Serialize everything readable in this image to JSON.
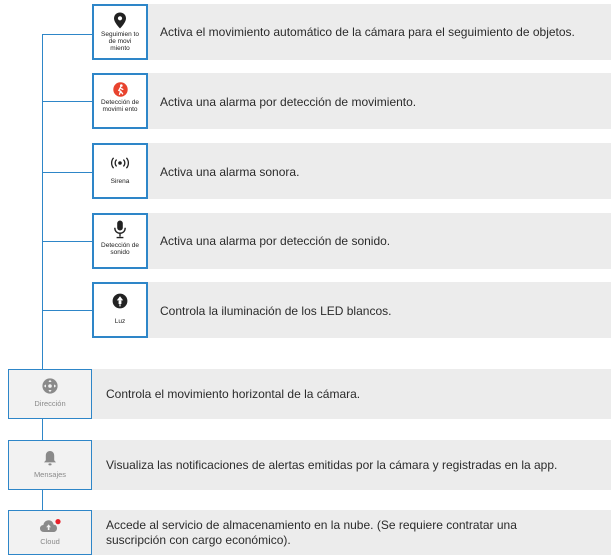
{
  "colors": {
    "accent": "#2e86c8",
    "row_bg": "#ececec",
    "alert_red": "#e8432e",
    "dot_red": "#e8202a"
  },
  "sub_items": [
    {
      "label": "Seguimien to de movi miento",
      "icon": "location-pin-icon",
      "description": "Activa el movimiento automático de la cámara para el seguimiento de objetos."
    },
    {
      "label": "Detección de movimi ento",
      "icon": "motion-detection-icon",
      "description": "Activa una alarma por detección de movimiento."
    },
    {
      "label": "Sirena",
      "icon": "siren-icon",
      "description": "Activa una alarma sonora."
    },
    {
      "label": "Detección de sonido",
      "icon": "microphone-icon",
      "description": "Activa una alarma por detección de sonido."
    },
    {
      "label": "Luz",
      "icon": "light-icon",
      "description": "Controla la iluminación de los LED blancos."
    }
  ],
  "main_items": [
    {
      "label": "Dirección",
      "icon": "direction-pad-icon",
      "description": "Controla el movimiento horizontal de la cámara."
    },
    {
      "label": "Mensajes",
      "icon": "bell-icon",
      "description": "Visualiza las notificaciones de alertas emitidas por la cámara y registradas en la app."
    },
    {
      "label": "Cloud",
      "icon": "cloud-icon",
      "description": "Accede al servicio de almacenamiento en la nube. (Se requiere contratar una suscripción con cargo económico)."
    }
  ]
}
